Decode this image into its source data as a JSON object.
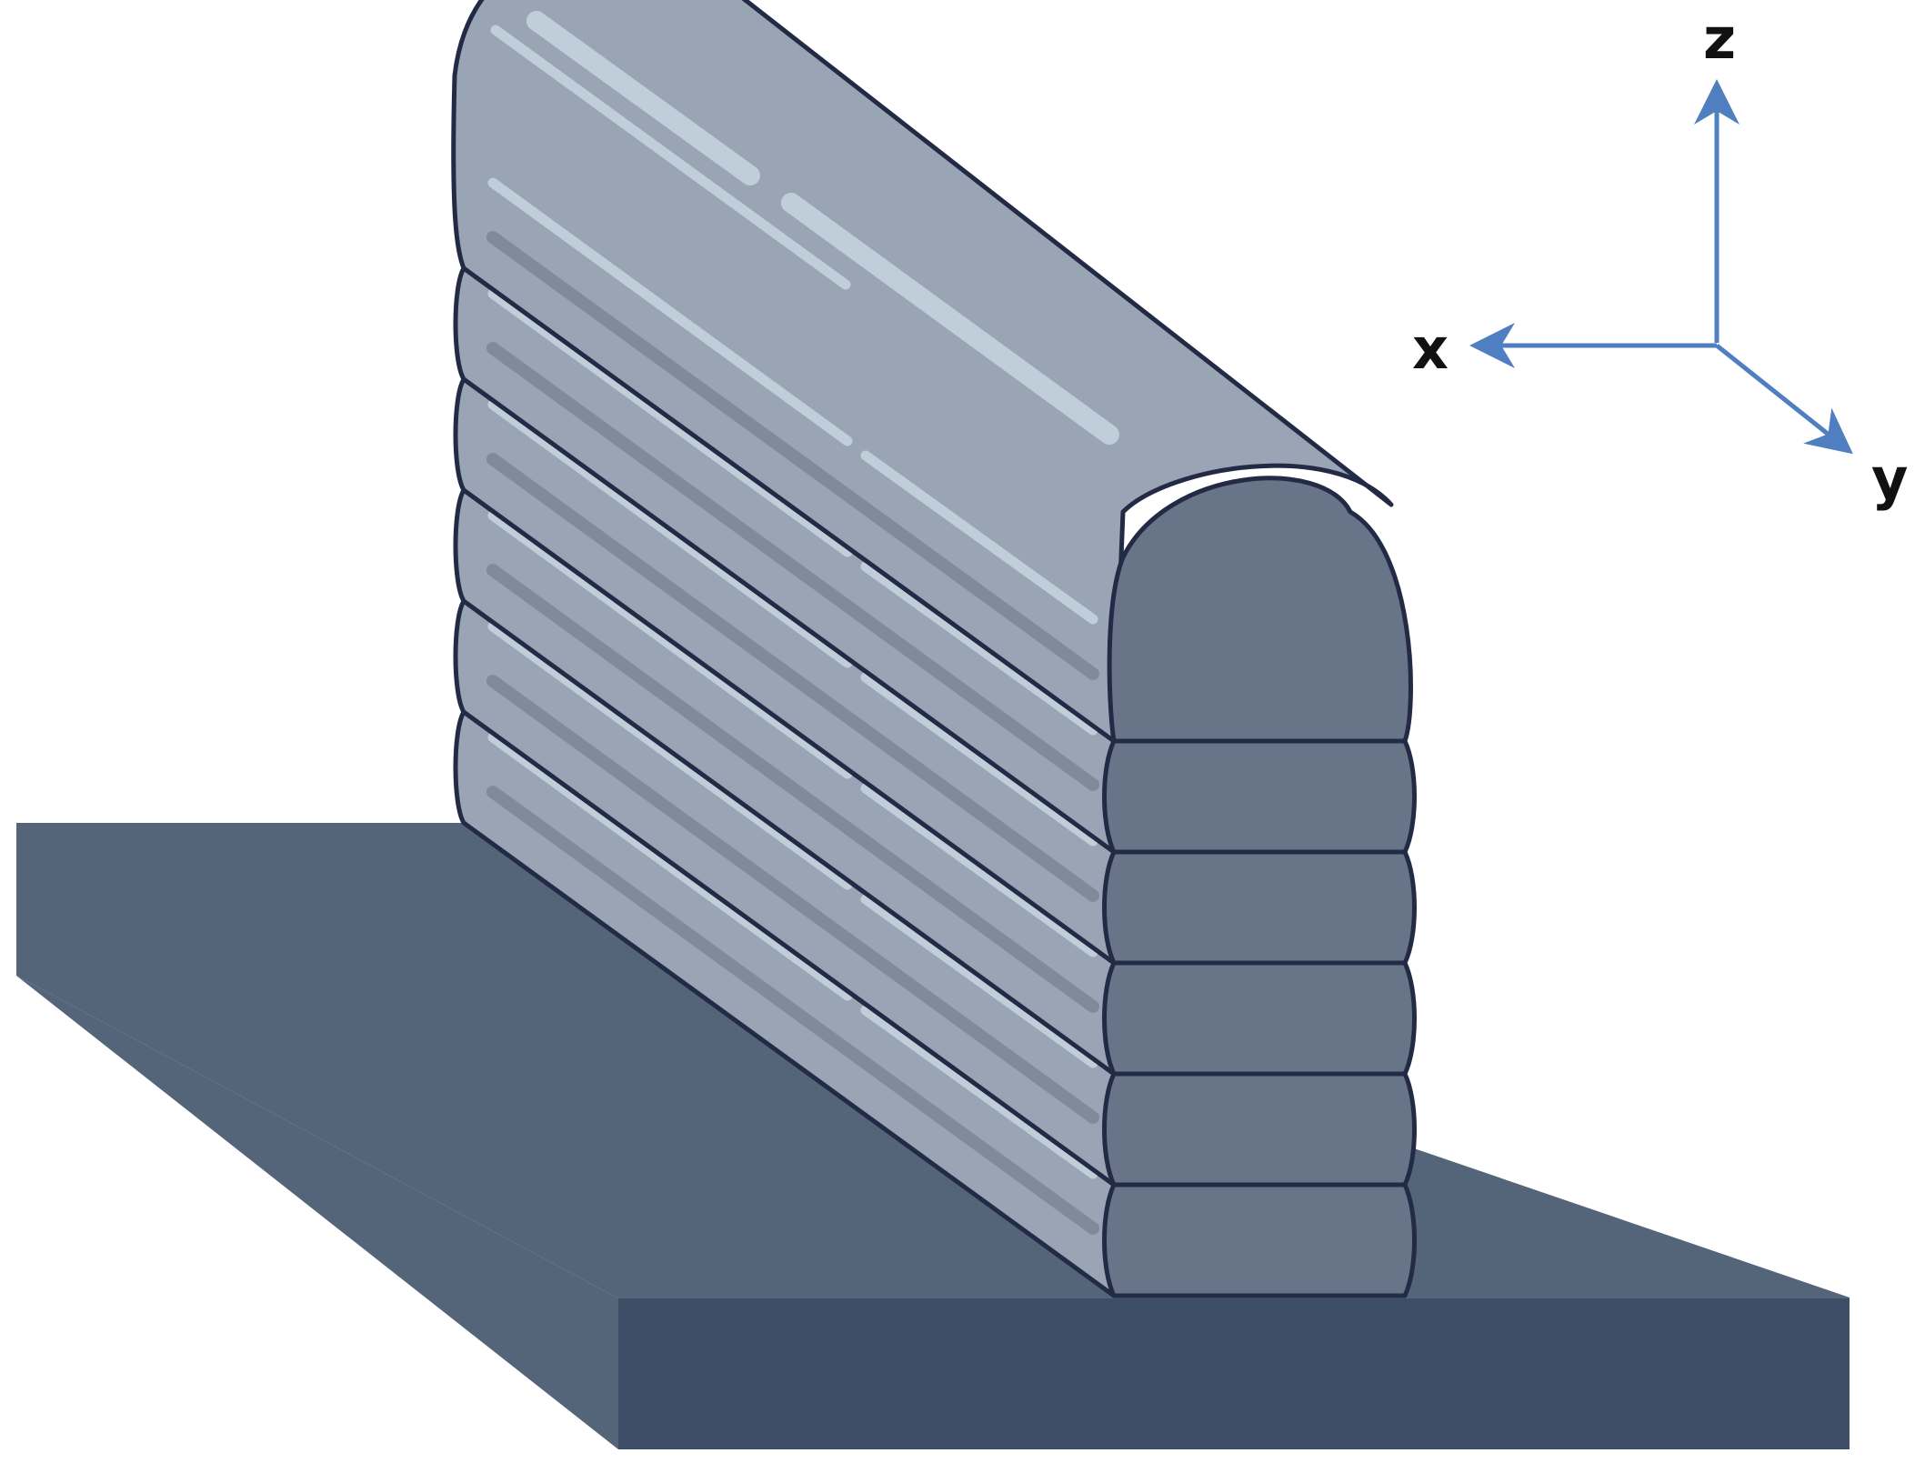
{
  "diagram": {
    "axes": {
      "x_label": "x",
      "y_label": "y",
      "z_label": "z",
      "color": "#4f7fc0"
    },
    "wall": {
      "layer_count": 6,
      "top_layer_rounded": true
    },
    "colors": {
      "substrate_top": "#546479",
      "substrate_front": "#3e4e66",
      "bead_side": "#99a5b4",
      "bead_end": "#687589",
      "outline": "#232a45",
      "highlight": "#c0ceda",
      "shade": "#7f8b9b"
    }
  }
}
